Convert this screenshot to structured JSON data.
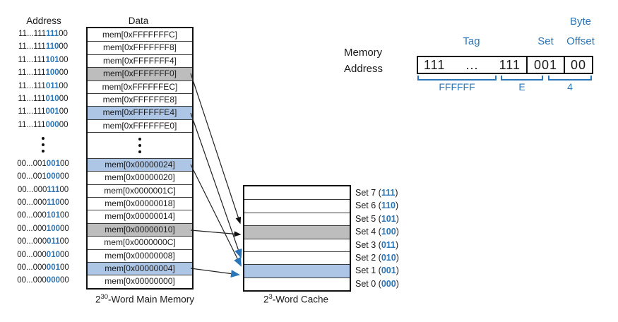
{
  "colors": {
    "blue": "#2b76b8",
    "row_blue": "#aec6e6",
    "row_gray": "#bdbdbd",
    "line": "#222222"
  },
  "main_memory": {
    "address_header": "Address",
    "data_header": "Data",
    "caption_base": "2",
    "caption_sup": "30",
    "caption_rest": "-Word Main Memory",
    "rows": [
      {
        "pre": "11...111",
        "set": "111",
        "post": "00",
        "data": "mem[0xFFFFFFFC]",
        "hl": "none"
      },
      {
        "pre": "11...111",
        "set": "110",
        "post": "00",
        "data": "mem[0xFFFFFFF8]",
        "hl": "none"
      },
      {
        "pre": "11...111",
        "set": "101",
        "post": "00",
        "data": "mem[0xFFFFFFF4]",
        "hl": "none"
      },
      {
        "pre": "11...111",
        "set": "100",
        "post": "00",
        "data": "mem[0xFFFFFFF0]",
        "hl": "gray"
      },
      {
        "pre": "11...111",
        "set": "011",
        "post": "00",
        "data": "mem[0xFFFFFFEC]",
        "hl": "none"
      },
      {
        "pre": "11...111",
        "set": "010",
        "post": "00",
        "data": "mem[0xFFFFFFE8]",
        "hl": "none"
      },
      {
        "pre": "11...111",
        "set": "001",
        "post": "00",
        "data": "mem[0xFFFFFFE4]",
        "hl": "blue"
      },
      {
        "pre": "11...111",
        "set": "000",
        "post": "00",
        "data": "mem[0xFFFFFFE0]",
        "hl": "none"
      },
      {
        "ellipsis": true
      },
      {
        "pre": "00...001",
        "set": "001",
        "post": "00",
        "data": "mem[0x00000024]",
        "hl": "blue"
      },
      {
        "pre": "00...001",
        "set": "000",
        "post": "00",
        "data": "mem[0x00000020]",
        "hl": "none"
      },
      {
        "pre": "00...000",
        "set": "111",
        "post": "00",
        "data": "mem[0x0000001C]",
        "hl": "none"
      },
      {
        "pre": "00...000",
        "set": "110",
        "post": "00",
        "data": "mem[0x00000018]",
        "hl": "none"
      },
      {
        "pre": "00...000",
        "set": "101",
        "post": "00",
        "data": "mem[0x00000014]",
        "hl": "none"
      },
      {
        "pre": "00...000",
        "set": "100",
        "post": "00",
        "data": "mem[0x00000010]",
        "hl": "gray"
      },
      {
        "pre": "00...000",
        "set": "011",
        "post": "00",
        "data": "mem[0x0000000C]",
        "hl": "none"
      },
      {
        "pre": "00...000",
        "set": "010",
        "post": "00",
        "data": "mem[0x00000008]",
        "hl": "none"
      },
      {
        "pre": "00...000",
        "set": "001",
        "post": "00",
        "data": "mem[0x00000004]",
        "hl": "blue"
      },
      {
        "pre": "00...000",
        "set": "000",
        "post": "00",
        "data": "mem[0x00000000]",
        "hl": "none"
      }
    ]
  },
  "cache": {
    "caption_base": "2",
    "caption_sup": "3",
    "caption_rest": "-Word Cache",
    "rows": [
      {
        "label_open": "Set 7 (",
        "bits": "111",
        "label_close": ")",
        "hl": "none"
      },
      {
        "label_open": "Set 6 (",
        "bits": "110",
        "label_close": ")",
        "hl": "none"
      },
      {
        "label_open": "Set 5 (",
        "bits": "101",
        "label_close": ")",
        "hl": "none"
      },
      {
        "label_open": "Set 4 (",
        "bits": "100",
        "label_close": ")",
        "hl": "gray"
      },
      {
        "label_open": "Set 3 (",
        "bits": "011",
        "label_close": ")",
        "hl": "none"
      },
      {
        "label_open": "Set 2 (",
        "bits": "010",
        "label_close": ")",
        "hl": "none"
      },
      {
        "label_open": "Set 1 (",
        "bits": "001",
        "label_close": ")",
        "hl": "blue"
      },
      {
        "label_open": "Set 0 (",
        "bits": "000",
        "label_close": ")",
        "hl": "none"
      }
    ]
  },
  "address_fields": {
    "label_line1": "Memory",
    "label_line2": "Address",
    "byte_label": "Byte",
    "tag_label": "Tag",
    "set_label": "Set",
    "offset_label": "Offset",
    "tag_left": "111",
    "tag_dots": "...",
    "tag_right": "111",
    "set_value": "001",
    "offset_value": "00",
    "brackets": [
      {
        "label": "FFFFFF"
      },
      {
        "label": "E"
      },
      {
        "label": "4"
      }
    ]
  },
  "arrows": [
    {
      "from": "mem[0xFFFFFFF0]",
      "to": "Set 4",
      "style": "black"
    },
    {
      "from": "mem[0xFFFFFFE4]",
      "to": "Set 1",
      "style": "blue"
    },
    {
      "from": "mem[0x00000024]",
      "to": "Set 1",
      "style": "blue"
    },
    {
      "from": "mem[0x00000010]",
      "to": "Set 4",
      "style": "black"
    },
    {
      "from": "mem[0x00000004]",
      "to": "Set 1",
      "style": "blue"
    }
  ]
}
